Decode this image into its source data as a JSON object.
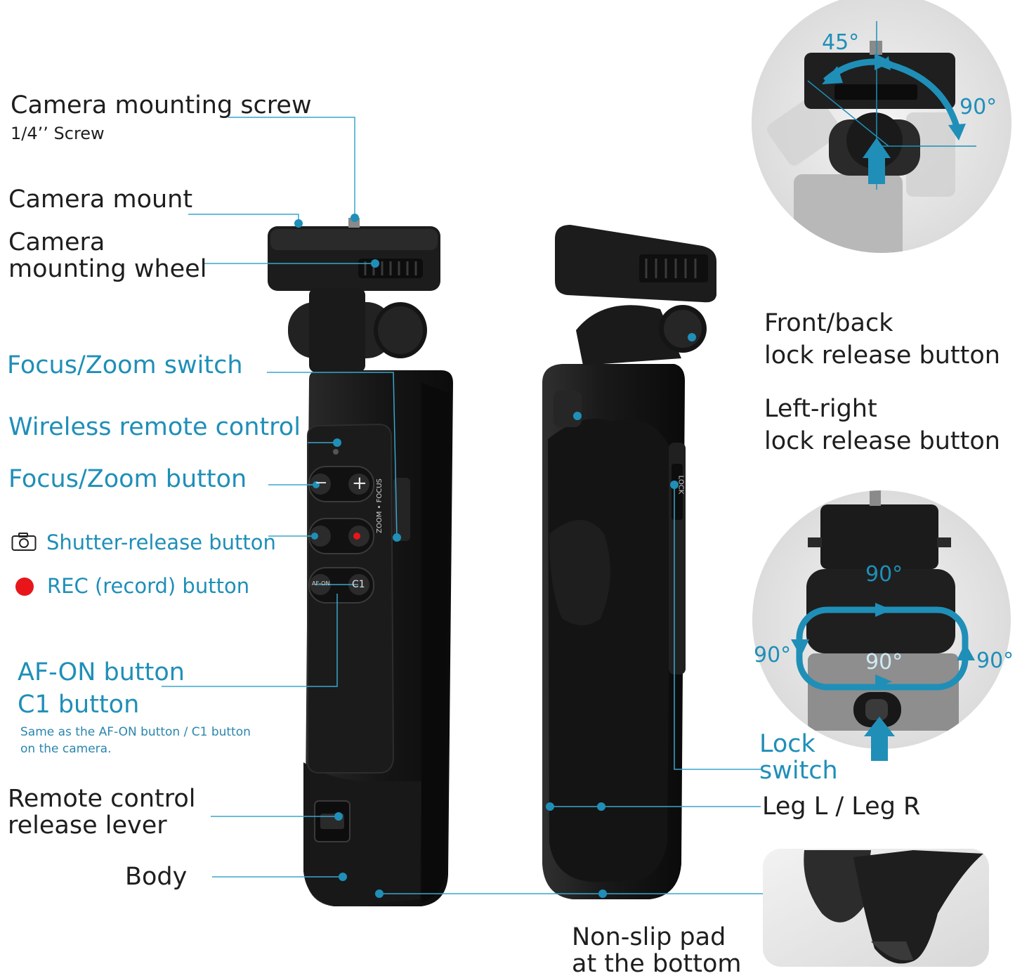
{
  "labels": {
    "camera_mounting_screw": "Camera mounting screw",
    "screw_size": "1/4’’ Screw",
    "camera_mount": "Camera mount",
    "camera_mounting_wheel_1": "Camera",
    "camera_mounting_wheel_2": "mounting wheel",
    "focus_zoom_switch": "Focus/Zoom switch",
    "wireless_remote_control": "Wireless remote control",
    "focus_zoom_button": "Focus/Zoom button",
    "shutter_release_button": "Shutter-release button",
    "rec_button": "REC (record) button",
    "af_on_button": "AF-ON button",
    "c1_button": "C1 button",
    "af_note_1": "Same as the AF-ON button / C1 button",
    "af_note_2": "on the camera.",
    "remote_release_lever_1": "Remote control",
    "remote_release_lever_2": "release lever",
    "body": "Body",
    "front_back_lock_1": "Front/back",
    "front_back_lock_2": "lock release button",
    "left_right_lock_1": "Left-right",
    "left_right_lock_2": "lock release button",
    "lock_switch_1": "Lock",
    "lock_switch_2": "switch",
    "legs": "Leg L / Leg R",
    "non_slip_pad_1": "Non-slip pad",
    "non_slip_pad_2": "at the bottom"
  },
  "angles": {
    "tilt_left": "45°",
    "tilt_right": "90°",
    "rotate_top": "90°",
    "rotate_left": "90°",
    "rotate_mid": "90°",
    "rotate_right": "90°"
  },
  "remote_buttons": {
    "minus": "−",
    "plus": "+",
    "af_on": "AF-ON",
    "c1": "C1",
    "zoom_focus": "ZOOM • FOCUS",
    "lock": "LOCK"
  },
  "colors": {
    "accent": "#1f8fb8",
    "rec_dot": "#e8161b",
    "device": "#1a1a1a"
  },
  "icons": [
    "camera-icon",
    "rec-dot-icon"
  ]
}
